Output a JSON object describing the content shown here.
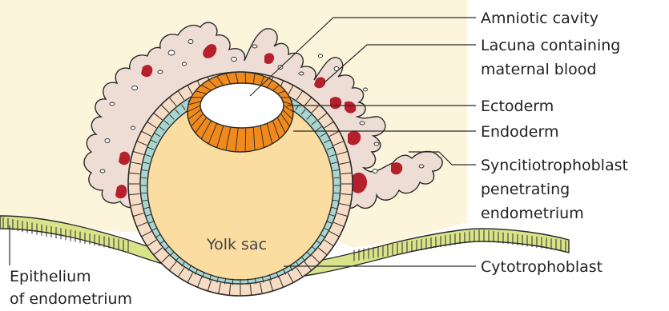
{
  "labels": {
    "amniotic_cavity": "Amniotic cavity",
    "lacuna_line1": "Lacuna containing",
    "lacuna_line2": "maternal blood",
    "ectoderm": "Ectoderm",
    "endoderm": "Endoderm",
    "syncytio_line1": "Syncitiotrophoblast",
    "syncytio_line2": "penetrating",
    "syncytio_line3": "endometrium",
    "cytotrophoblast": "Cytotrophoblast",
    "epithelium_line1": "Epithelium",
    "epithelium_line2": "of endometrium",
    "yolk_sac": "Yolk sac"
  },
  "colors": {
    "background": "#fdf4dc",
    "syncytio_fill": "#eeddd4",
    "lacuna_blood": "#b5202c",
    "cytotrophoblast_fill": "#f6dcc4",
    "endoderm_fill": "#a8d5cf",
    "ectoderm_fill": "#f08a1c",
    "yolk_sac_fill": "#fbdda2",
    "amniotic_fill": "#ffffff",
    "epithelium_fill": "#d9e48a",
    "outline": "#2a2a2a"
  }
}
